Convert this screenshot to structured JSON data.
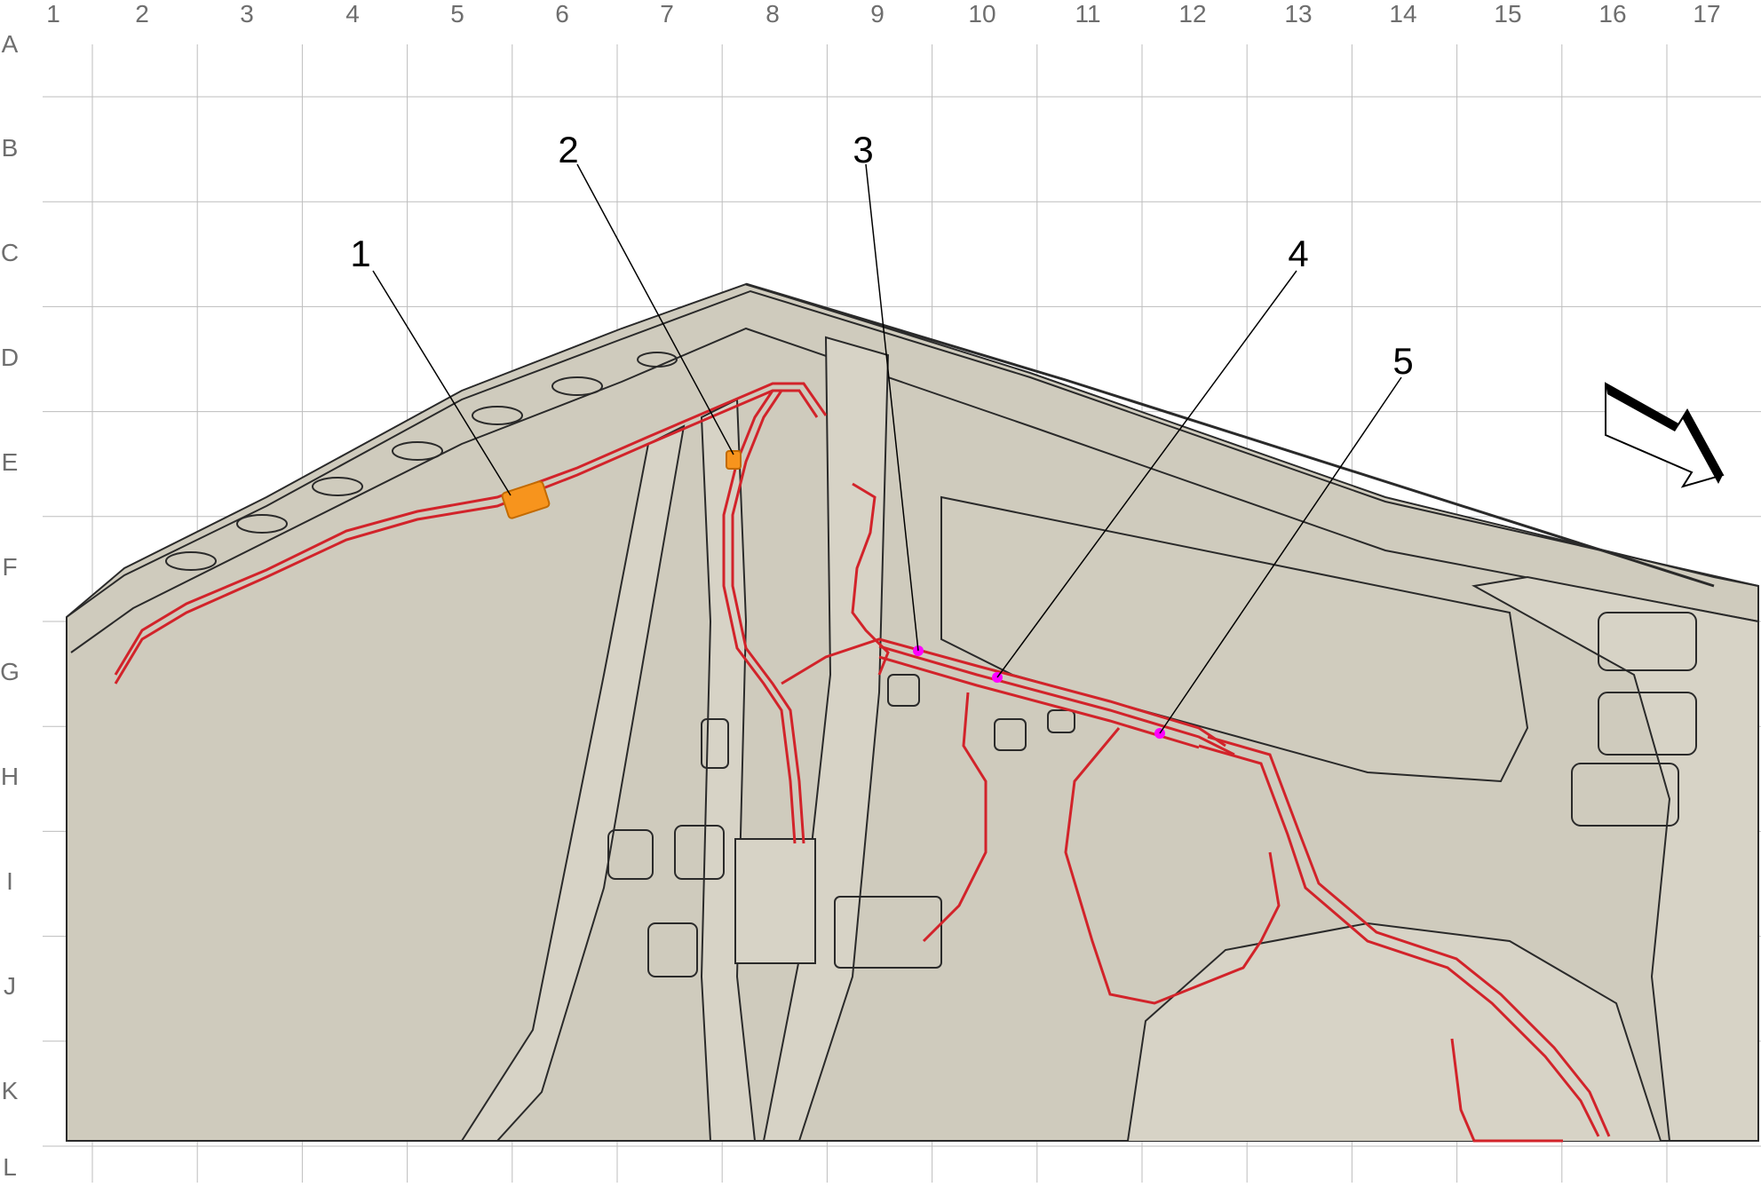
{
  "grid": {
    "columns": [
      "1",
      "2",
      "3",
      "4",
      "5",
      "6",
      "7",
      "8",
      "9",
      "10",
      "11",
      "12",
      "13",
      "14",
      "15",
      "16",
      "17"
    ],
    "rows": [
      "A",
      "B",
      "C",
      "D",
      "E",
      "F",
      "G",
      "H",
      "I",
      "J",
      "K",
      "L"
    ]
  },
  "callouts": [
    {
      "label": "1"
    },
    {
      "label": "2"
    },
    {
      "label": "3"
    },
    {
      "label": "4"
    },
    {
      "label": "5"
    }
  ],
  "colors": {
    "body_fill": "#cfcbbd",
    "body_line": "#2a2a2a",
    "harness": "#d2232a",
    "component_orange": "#f7941d",
    "connector_magenta": "#ff00ff",
    "grid_line": "#bdbdbd",
    "grid_label": "#6e6e6e"
  },
  "icons": {
    "direction_arrow": "front-direction-arrow-icon"
  }
}
